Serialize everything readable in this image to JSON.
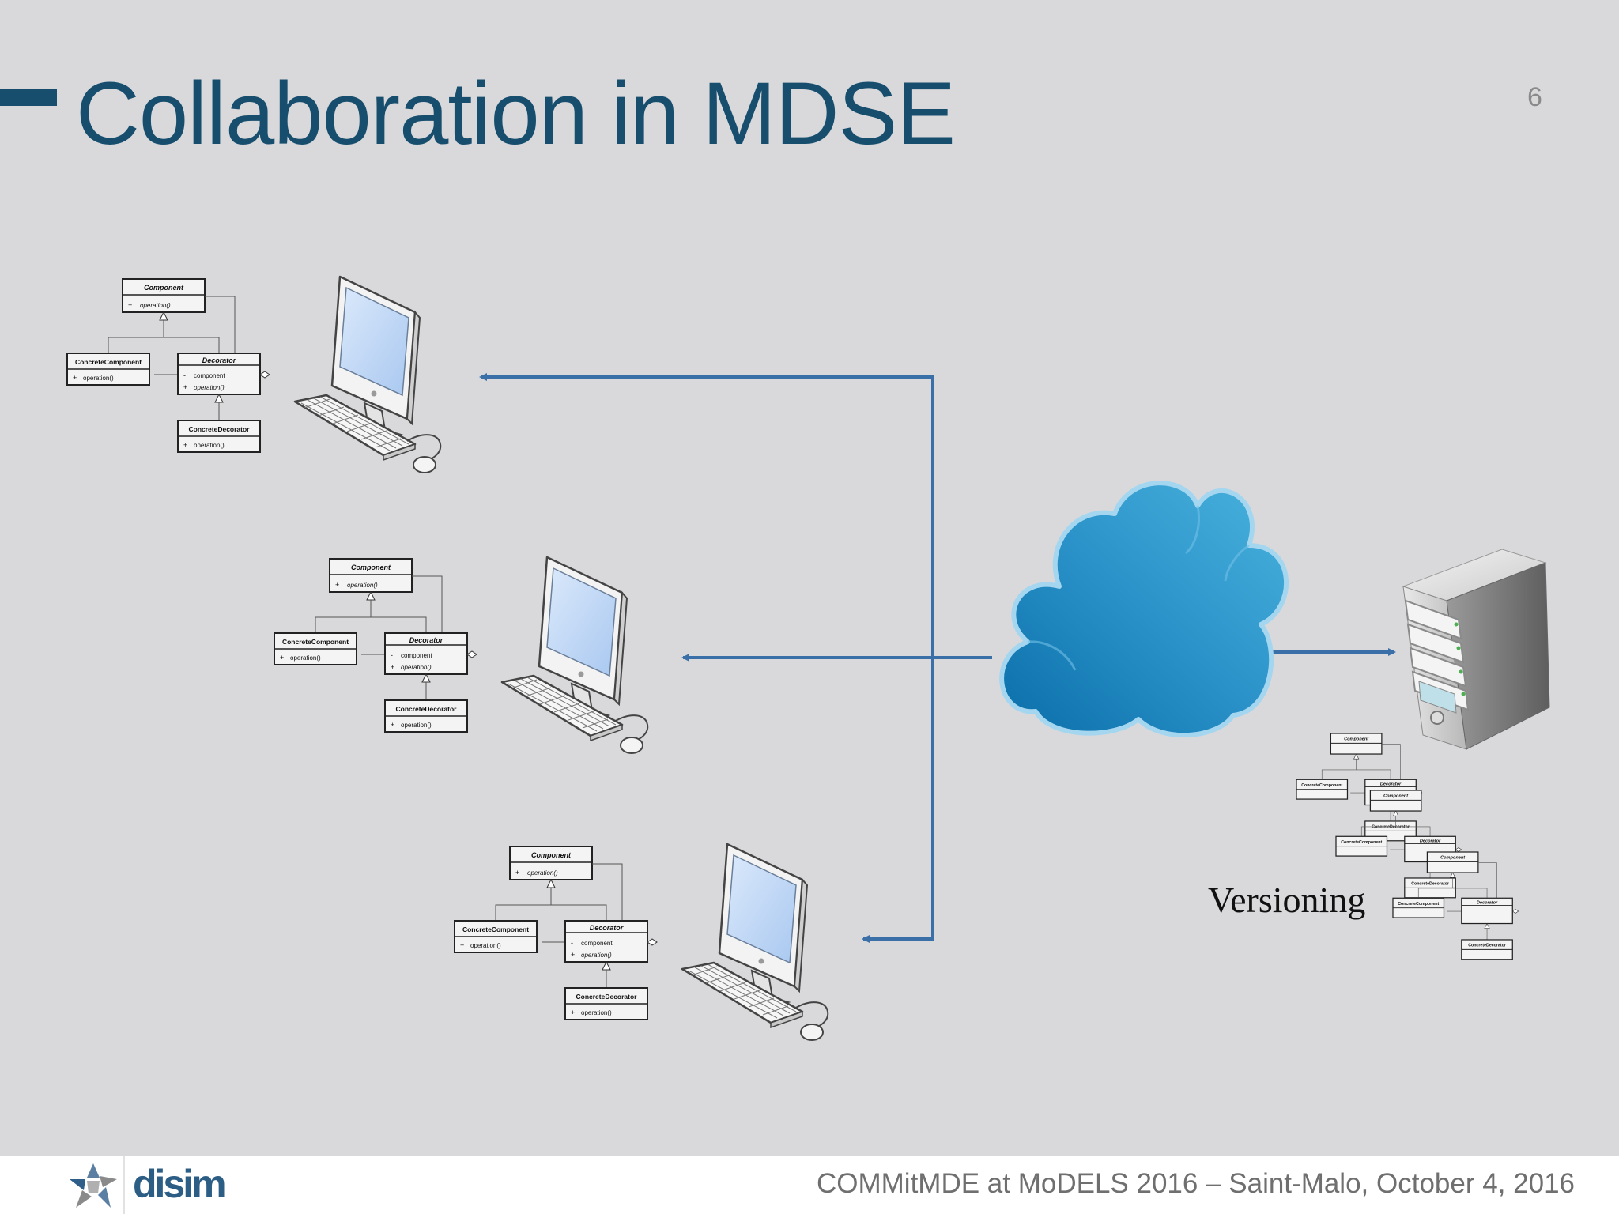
{
  "slide": {
    "title": "Collaboration in MDSE",
    "page_number": "6",
    "title_color": "#174e6e"
  },
  "diagram": {
    "uml_labels": {
      "component": "Component",
      "operation": "operation()",
      "concrete_component": "ConcreteComponent",
      "decorator": "Decorator",
      "field": "component",
      "concrete_decorator": "ConcreteDecorator",
      "public": "+",
      "private": "-"
    },
    "server_label": "Versioning",
    "arrow_color": "#3a6fa8",
    "cloud_color": "#1f84bd"
  },
  "footer": {
    "logo_text": "disim",
    "text": "COMMitMDE at MoDELS 2016 – Saint-Malo, October 4, 2016"
  }
}
